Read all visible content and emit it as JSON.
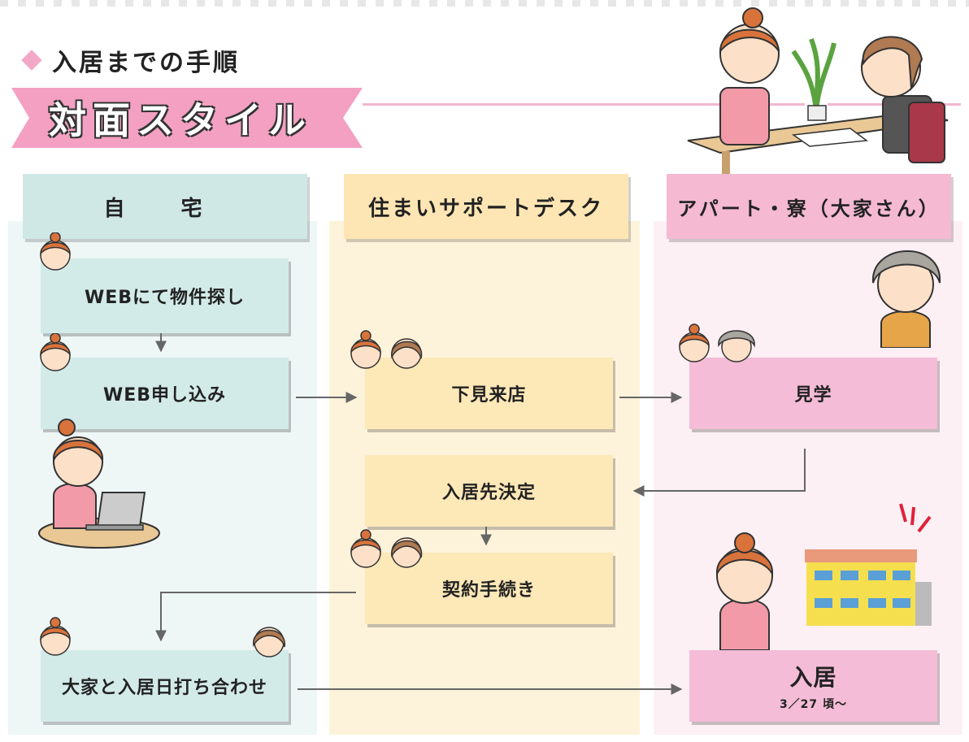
{
  "heading": {
    "subtitle": "入居までの手順",
    "banner": "対面スタイル"
  },
  "columns": {
    "home": "自 宅",
    "desk": "住まいサポートデスク",
    "apartment": "アパート・寮（大家さん）"
  },
  "steps": {
    "web_search": "WEBにて物件探し",
    "web_apply": "WEB申し込み",
    "visit_store": "下見来店",
    "tour": "見学",
    "decide": "入居先決定",
    "contract": "契約手続き",
    "move_date": "大家と入居日打ち合わせ",
    "move_in": "入居",
    "move_in_date": "3／27 頃～"
  },
  "colors": {
    "green": "#d3ebe8",
    "yellow": "#fde8b8",
    "pink": "#f4bcd6",
    "accent": "#f3a8c8",
    "arrow": "#666666"
  },
  "icons": [
    "woman-face-icon",
    "staff-face-icon",
    "landlord-face-icon",
    "laptop-user-icon",
    "consultation-icon",
    "apartment-building-icon",
    "plant-icon"
  ]
}
